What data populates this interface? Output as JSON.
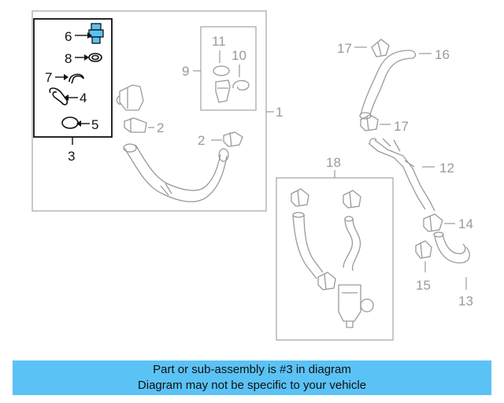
{
  "callouts": {
    "n1": "1",
    "n2a": "2",
    "n2b": "2",
    "n3": "3",
    "n4": "4",
    "n5": "5",
    "n6": "6",
    "n7": "7",
    "n8": "8",
    "n9": "9",
    "n10": "10",
    "n11": "11",
    "n12": "12",
    "n13": "13",
    "n14": "14",
    "n15": "15",
    "n16": "16",
    "n17a": "17",
    "n17b": "17",
    "n18": "18"
  },
  "highlight": {
    "callout": "3",
    "color": "#111111",
    "part_color": "#5bc2f5"
  },
  "banner": {
    "line1": "Part or sub-assembly is #3 in diagram",
    "line2": "Diagram may not be specific to your vehicle",
    "background": "#5bc2f5"
  }
}
